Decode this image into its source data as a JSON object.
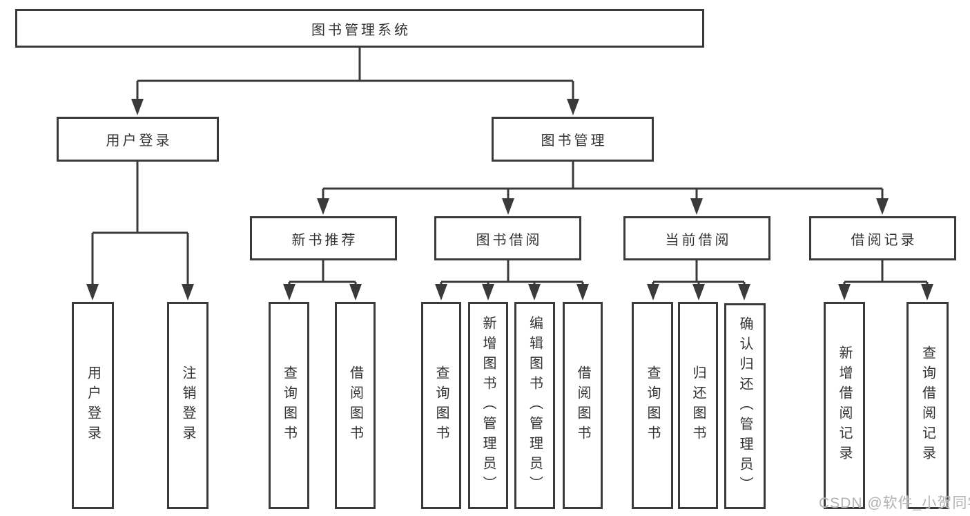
{
  "diagram": {
    "type": "function-structure-tree",
    "colors": {
      "background": "#ffffff",
      "line": "#3a3a3a",
      "box_border": "#3a3a3a",
      "box_fill": "#ffffff",
      "text": "#333333",
      "watermark": "#b3b3b3"
    },
    "tree": {
      "label": "图书管理系统",
      "children": [
        {
          "label": "用户登录",
          "children": [
            {
              "label": "用户登录"
            },
            {
              "label": "注销登录"
            }
          ]
        },
        {
          "label": "图书管理",
          "children": [
            {
              "label": "新书推荐",
              "children": [
                {
                  "label": "查询图书"
                },
                {
                  "label": "借阅图书"
                }
              ]
            },
            {
              "label": "图书借阅",
              "children": [
                {
                  "label": "查询图书"
                },
                {
                  "label": "新增图书（管理员）"
                },
                {
                  "label": "编辑图书（管理员）"
                },
                {
                  "label": "借阅图书"
                }
              ]
            },
            {
              "label": "当前借阅",
              "children": [
                {
                  "label": "查询图书"
                },
                {
                  "label": "归还图书"
                },
                {
                  "label": "确认归还（管理员）"
                }
              ]
            },
            {
              "label": "借阅记录",
              "children": [
                {
                  "label": "新增借阅记录"
                },
                {
                  "label": "查询借阅记录"
                }
              ]
            }
          ]
        }
      ]
    },
    "watermark": {
      "text": "CSDN @软件_小贺同学"
    }
  }
}
